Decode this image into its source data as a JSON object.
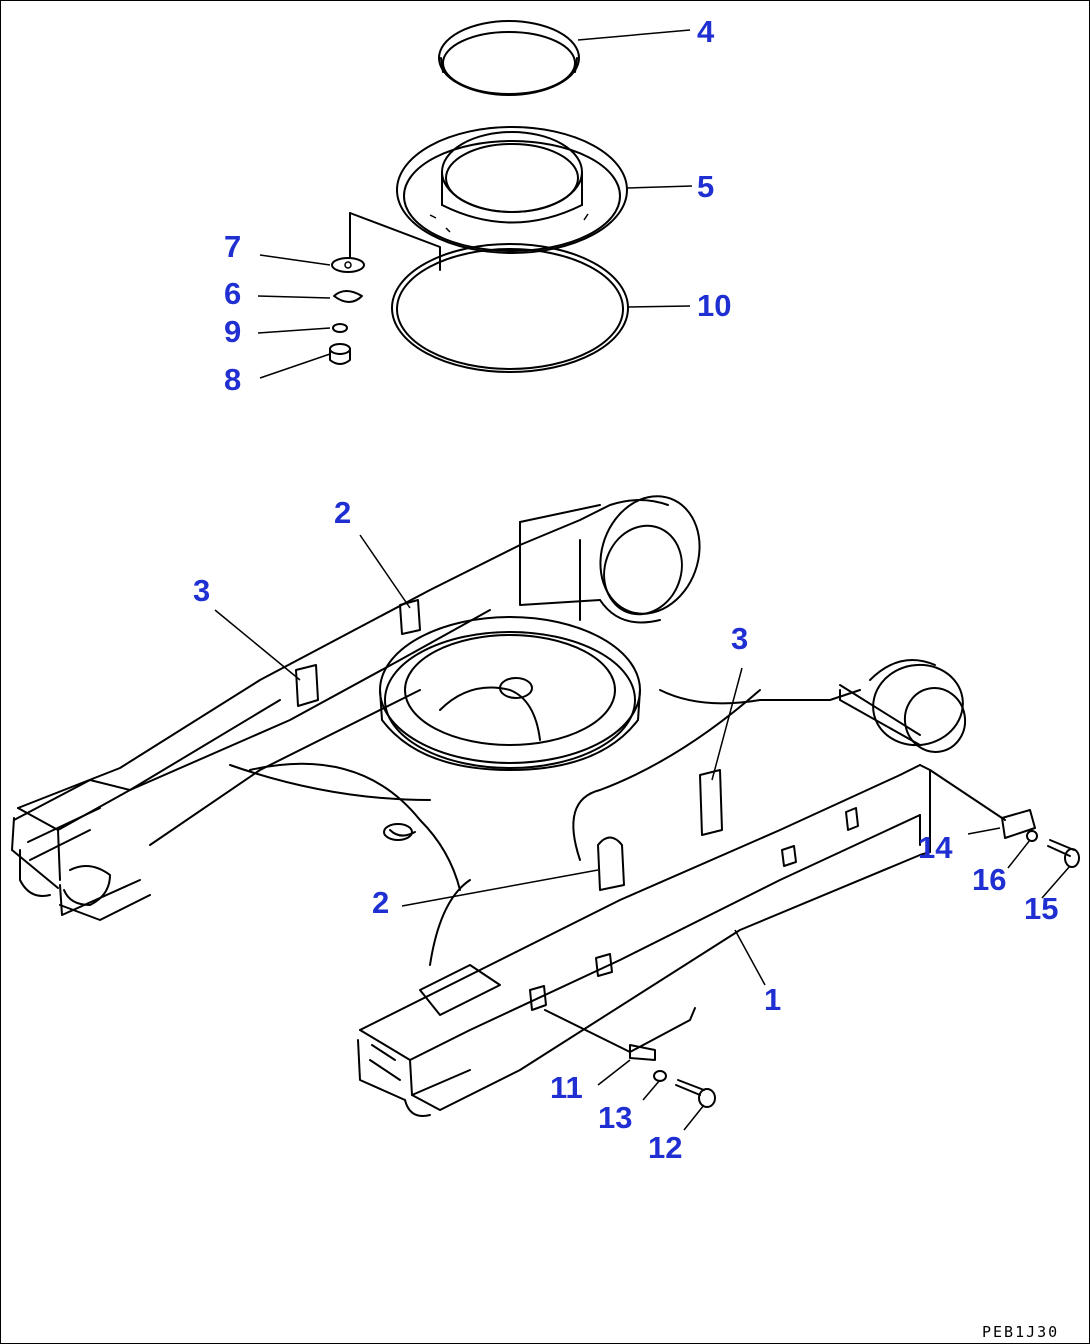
{
  "diagram": {
    "callouts": [
      "4",
      "5",
      "7",
      "6",
      "9",
      "8",
      "10",
      "2",
      "3",
      "3",
      "2",
      "1",
      "14",
      "16",
      "15",
      "11",
      "13",
      "12"
    ],
    "drawing_code": "PEB1J30",
    "label_color": "#1f2fd1",
    "line_color": "#000000"
  }
}
